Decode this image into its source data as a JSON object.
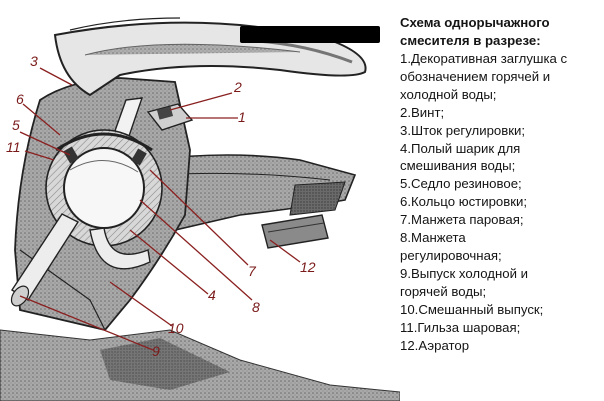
{
  "legend": {
    "title_line1": "Схема однорычажного",
    "title_line2": "смесителя в разрезе:",
    "items": [
      "1.Декоративная заглушка с",
      "обозначением горячей и",
      "холодной воды;",
      "2.Винт;",
      "3.Шток регулировки;",
      "4.Полый шарик для",
      "смешивания воды;",
      "5.Седло резиновое;",
      "6.Кольцо юстировки;",
      "7.Манжета паровая;",
      "8.Манжета",
      "регулировочная;",
      "9.Выпуск холодной и",
      "горячей воды;",
      "10.Смешанный выпуск;",
      "11.Гильза шаровая;",
      "12.Аэратор"
    ]
  },
  "callouts": {
    "n1": "1",
    "n2": "2",
    "n3": "3",
    "n4": "4",
    "n5": "5",
    "n6": "6",
    "n7": "7",
    "n8": "8",
    "n9": "9",
    "n10": "10",
    "n11": "11",
    "n12": "12"
  },
  "colors": {
    "label": "#7a1a1a",
    "leader": "#8a2020",
    "ink": "#222222",
    "shade": "#7d7d7d",
    "censor": "#000000"
  }
}
